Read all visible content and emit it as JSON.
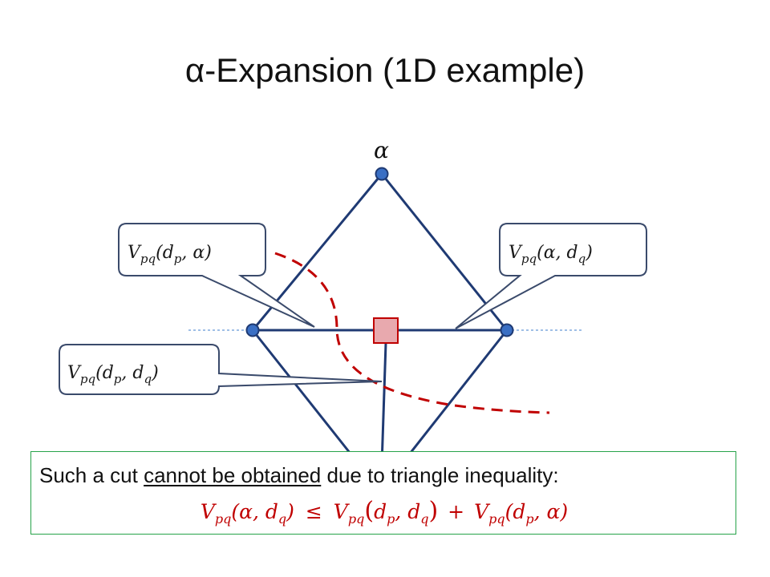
{
  "slide": {
    "title": "α-Expansion (1D example)"
  },
  "diagram": {
    "alpha_label": "α",
    "callouts": {
      "left_top": {
        "base": "V",
        "sub": "pq",
        "args": "(d",
        "arg1_sub": "p",
        "sep": ", α)"
      },
      "right_top": {
        "base": "V",
        "sub": "pq",
        "args": "(α, d",
        "arg2_sub": "q",
        "close": ")"
      },
      "left_mid": {
        "base": "V",
        "sub": "pq",
        "args": "(d",
        "arg1_sub": "p",
        "sep": ", d",
        "arg2_sub": "q",
        "close": ")"
      }
    },
    "colors": {
      "edge": "#1f3a73",
      "node_fill": "#3a6fc4",
      "node_stroke": "#1f3a73",
      "aux_fill": "#e8a9ae",
      "aux_stroke": "#c00000",
      "cut": "#c00000",
      "dotted": "#9fbfe6",
      "callout_stroke": "#3a4a6b"
    }
  },
  "note": {
    "line1_pre": "Such a cut ",
    "line1_underlined": "cannot be obtained",
    "line1_post": " due to triangle inequality:",
    "inequality": {
      "lhs": "V_pq(α, d_q)",
      "op": "≤",
      "rhs1": "V_pq(d_p, d_q)",
      "plus": "+",
      "rhs2": "V_pq(d_p, α)"
    }
  }
}
